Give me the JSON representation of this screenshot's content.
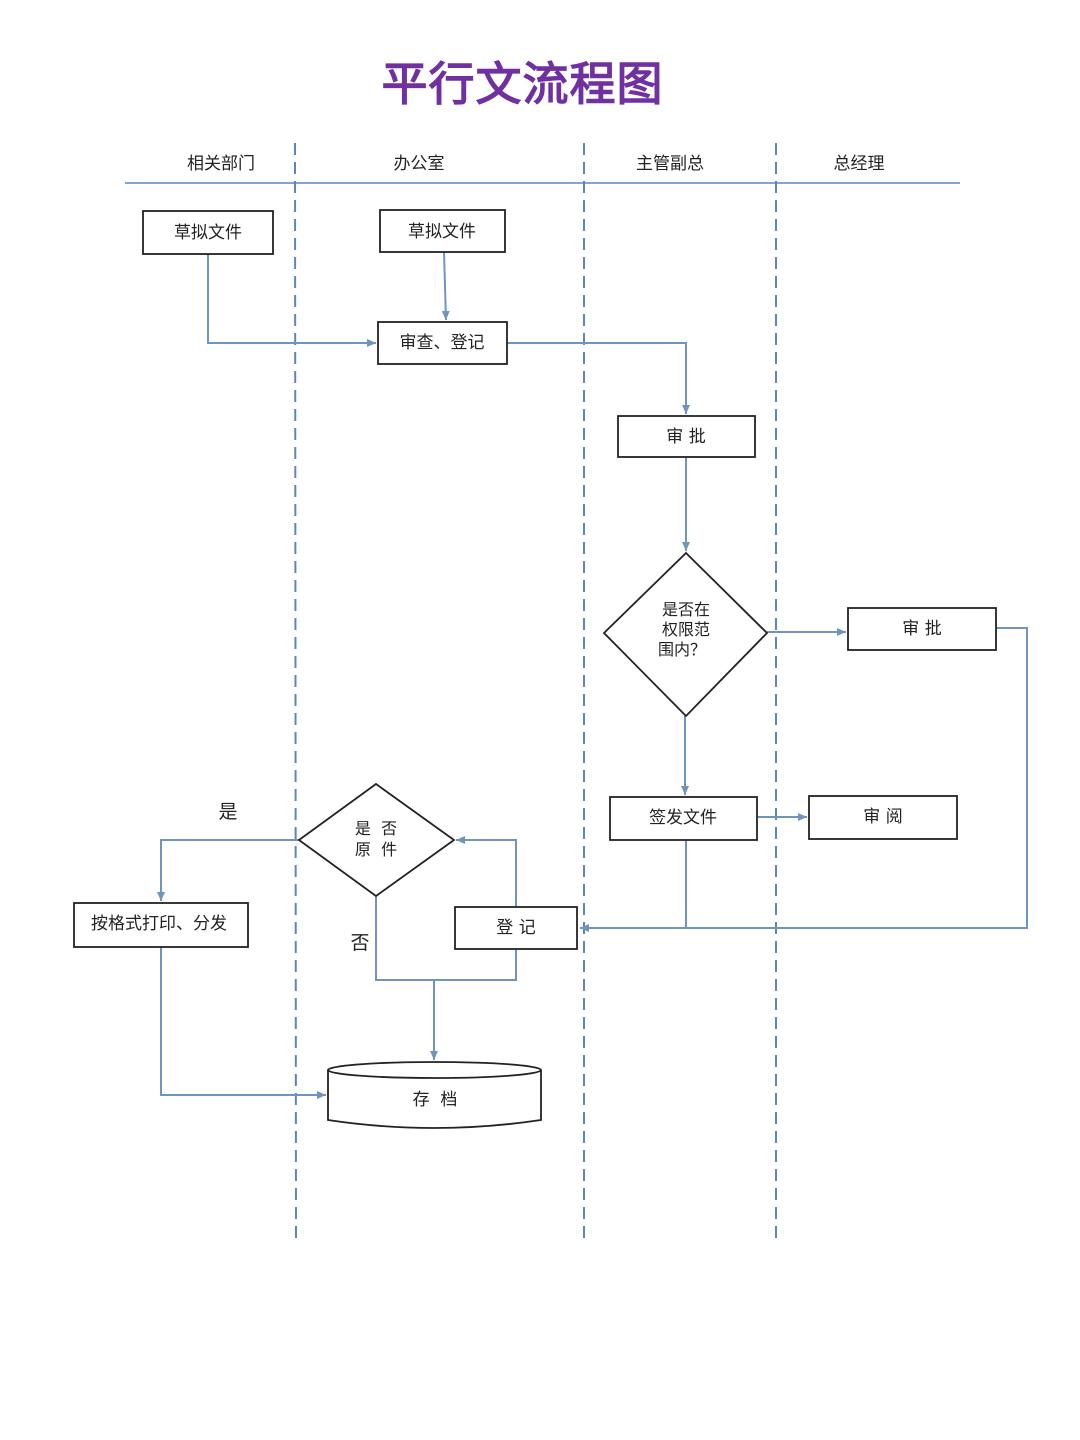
{
  "title": "平行文流程图",
  "colors": {
    "title": "#7030a0",
    "flow_line": "#6f95bd",
    "lane_line": "#5b87b8",
    "box_border": "#222222"
  },
  "lanes": [
    "相关部门",
    "办公室",
    "主管副总",
    "总经理"
  ],
  "nodes": {
    "draft_dept": "草拟文件",
    "draft_office": "草拟文件",
    "review_register": "审查、登记",
    "approve_vp": "审 批",
    "authority_q": [
      "是否在",
      "权限范",
      "围内？"
    ],
    "approve_gm": "审 批",
    "sign_issue": "签发文件",
    "review_gm": "审 阅",
    "original_q": [
      "是  否",
      "原  件"
    ],
    "register": "登 记",
    "print_distribute": "按格式打印、分发",
    "archive": "存  档"
  },
  "edge_labels": {
    "yes": "是",
    "no": "否"
  }
}
